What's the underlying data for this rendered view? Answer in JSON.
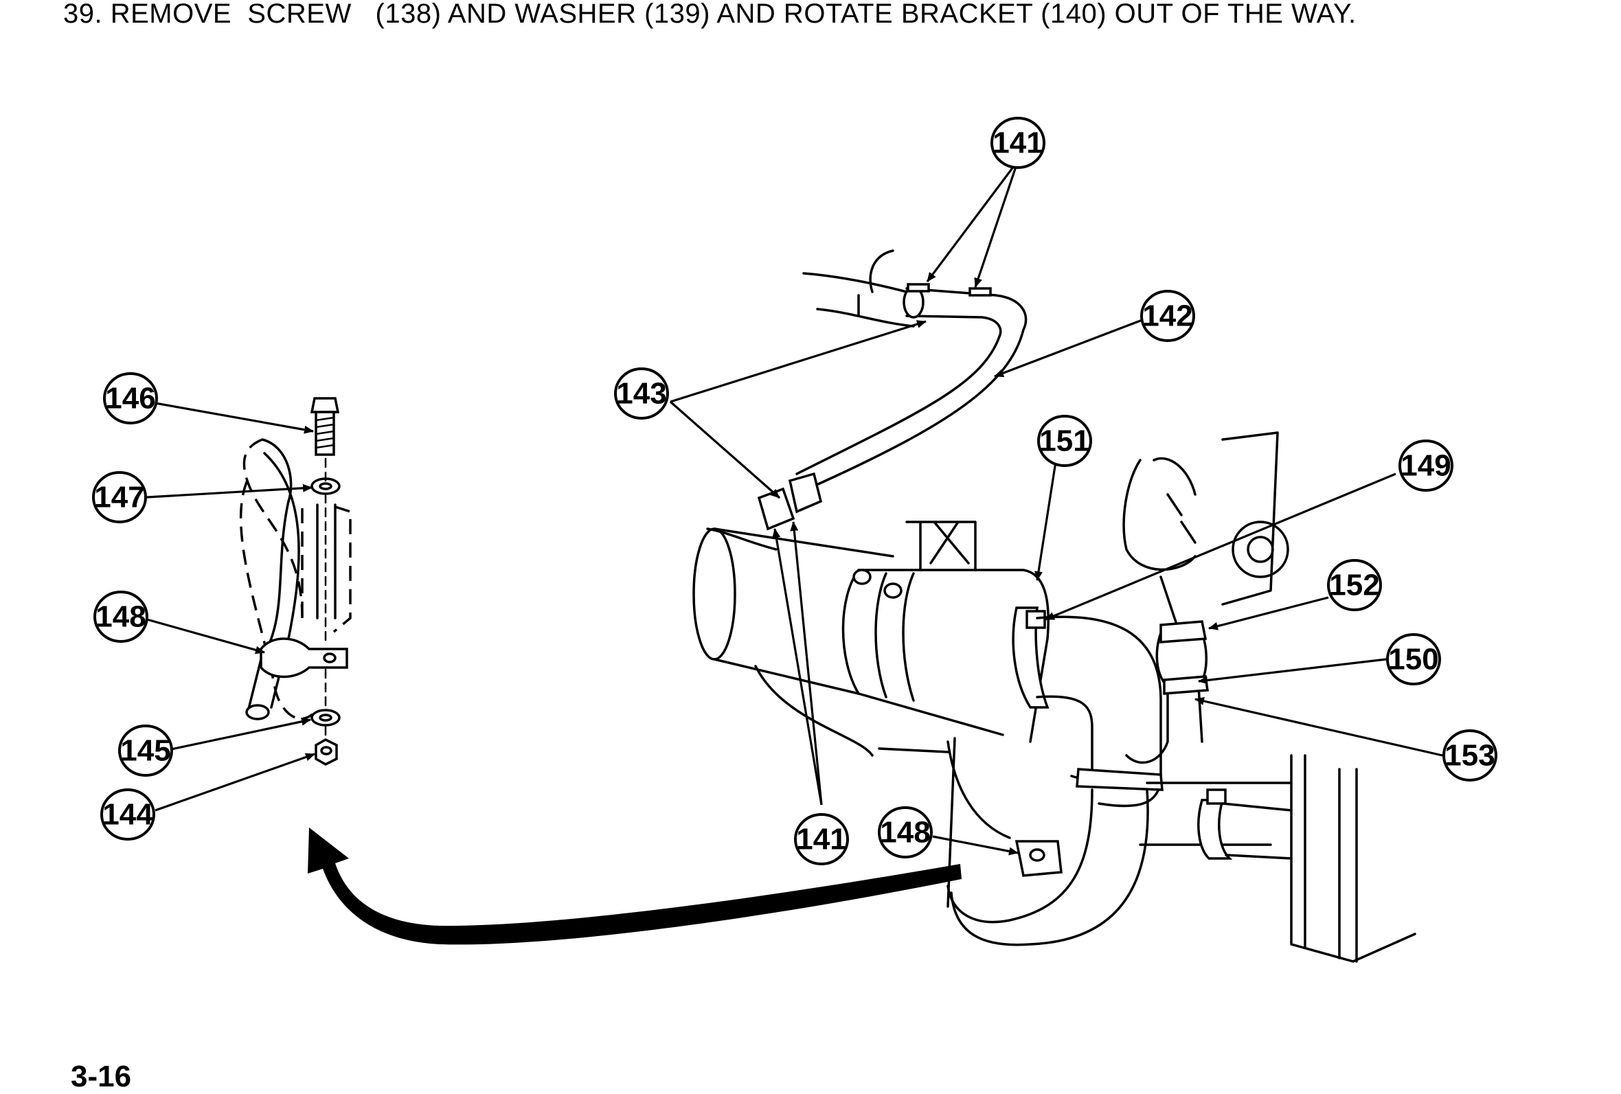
{
  "instruction": "39. REMOVE  SCREW   (138) AND WASHER (139) AND ROTATE BRACKET (140) OUT OF THE WAY.",
  "page_number": "3-16",
  "callouts": [
    {
      "id": "c141a",
      "label": "141"
    },
    {
      "id": "c142",
      "label": "142"
    },
    {
      "id": "c143",
      "label": "143"
    },
    {
      "id": "c146",
      "label": "146"
    },
    {
      "id": "c147",
      "label": "147"
    },
    {
      "id": "c148a",
      "label": "148"
    },
    {
      "id": "c145",
      "label": "145"
    },
    {
      "id": "c144",
      "label": "144"
    },
    {
      "id": "c151",
      "label": "151"
    },
    {
      "id": "c149",
      "label": "149"
    },
    {
      "id": "c152",
      "label": "152"
    },
    {
      "id": "c150",
      "label": "150"
    },
    {
      "id": "c153",
      "label": "153"
    },
    {
      "id": "c141b",
      "label": "141"
    },
    {
      "id": "c148b",
      "label": "148"
    }
  ],
  "colors": {
    "ink": "#000000",
    "paper": "#ffffff"
  }
}
